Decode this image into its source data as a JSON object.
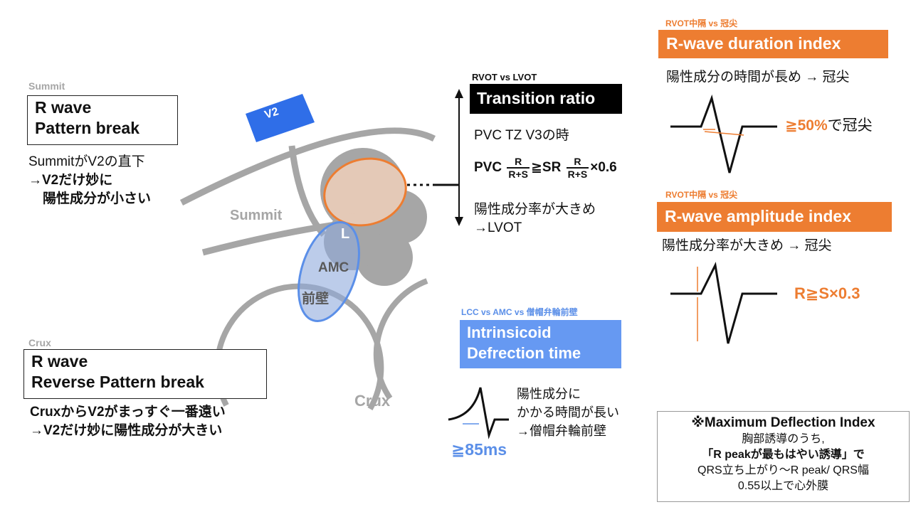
{
  "summit": {
    "small_label": "Summit",
    "box_line1": "R wave",
    "box_line2": "Pattern break",
    "desc_line1": "SummitがV2の直下",
    "desc_line2": "→V2だけ妙に",
    "desc_line3": "陽性成分が小さい"
  },
  "crux": {
    "small_label": "Crux",
    "box_line1": "R wave",
    "box_line2": "Reverse Pattern break",
    "desc_line1": "CruxからV2がまっすぐ一番遠い",
    "desc_line2": "→V2だけ妙に陽性成分が大きい"
  },
  "diagram": {
    "v2_label": "V2",
    "summit_label": "Summit",
    "l_label": "L",
    "amc_label": "AMC",
    "anterior_label": "前壁",
    "crux_label": "Crux"
  },
  "transition": {
    "small_label": "RVOT vs LVOT",
    "title": "Transition ratio",
    "line1": "PVC TZ V3の時",
    "pvc": "PVC",
    "frac_num": "R",
    "frac_den": "R+S",
    "ge_sr": "≧SR",
    "times": "×0.6",
    "line3": "陽性成分率が大きめ",
    "line4": "→LVOT"
  },
  "intrinsicoid": {
    "small_label": "LCC vs AMC vs 僧帽弁輪前壁",
    "title_line1": "Intrinsicoid",
    "title_line2": "Defrection time",
    "desc_line1": "陽性成分に",
    "desc_line2": "かかる時間が長い",
    "desc_line3": "→僧帽弁輪前壁",
    "threshold": "≧85ms"
  },
  "duration_index": {
    "small_label": "RVOT中隔 vs 冠尖",
    "title": "R-wave duration index",
    "desc": "陽性成分の時間が長め → 冠尖",
    "threshold_value": "≧50%",
    "threshold_suffix": "で冠尖"
  },
  "amplitude_index": {
    "small_label": "RVOT中隔 vs 冠尖",
    "title": "R-wave amplitude index",
    "desc": "陽性成分率が大きめ → 冠尖",
    "threshold": "R≧S×0.3"
  },
  "mdi": {
    "title": "※Maximum Deflection Index",
    "line1": "胸部誘導のうち,",
    "line2": "「R peakが最もはやい誘導」で",
    "line3": "QRS立ち上がり～R peak/ QRS幅",
    "line4": "0.55以上で心外膜"
  },
  "colors": {
    "accent_orange": "#ed7d31",
    "accent_blue": "#5b8fe8",
    "v2_blue": "#2f6ee8",
    "gray": "#a6a6a6"
  }
}
